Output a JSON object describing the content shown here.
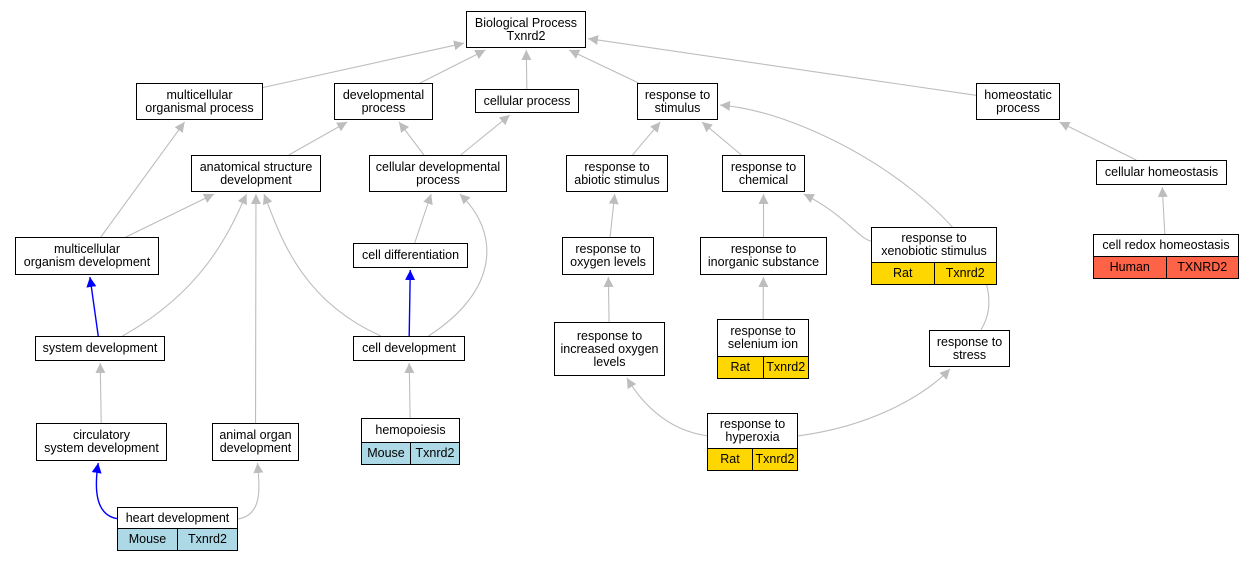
{
  "colors": {
    "edge_default": "#bdbdbd",
    "edge_highlight": "#0000ff",
    "node_border": "#000000",
    "node_fill": "#ffffff",
    "species_mouse": "#add8e6",
    "species_rat": "#ffd700",
    "species_human": "#ff6347"
  },
  "nodes": {
    "root": {
      "label": "Biological Process\nTxnrd2"
    },
    "multicellular_organismal_process": {
      "label": "multicellular\norganismal process"
    },
    "developmental_process": {
      "label": "developmental\nprocess"
    },
    "cellular_process": {
      "label": "cellular process"
    },
    "response_to_stimulus": {
      "label": "response to\nstimulus"
    },
    "homeostatic_process": {
      "label": "homeostatic\nprocess"
    },
    "anatomical_structure_development": {
      "label": "anatomical structure\ndevelopment"
    },
    "cellular_developmental_process": {
      "label": "cellular developmental\nprocess"
    },
    "response_to_abiotic_stimulus": {
      "label": "response to\nabiotic stimulus"
    },
    "response_to_chemical": {
      "label": "response to\nchemical"
    },
    "cellular_homeostasis": {
      "label": "cellular homeostasis"
    },
    "multicellular_organism_development": {
      "label": "multicellular\norganism development"
    },
    "cell_differentiation": {
      "label": "cell differentiation"
    },
    "response_to_oxygen_levels": {
      "label": "response to\noxygen levels"
    },
    "response_to_inorganic_substance": {
      "label": "response to\ninorganic substance"
    },
    "response_to_xenobiotic_stimulus": {
      "label": "response to\nxenobiotic stimulus",
      "species": "Rat",
      "gene": "Txnrd2"
    },
    "cell_redox_homeostasis": {
      "label": "cell redox homeostasis",
      "species": "Human",
      "gene": "TXNRD2"
    },
    "system_development": {
      "label": "system development"
    },
    "cell_development": {
      "label": "cell development"
    },
    "response_to_increased_oxygen_levels": {
      "label": "response to\nincreased oxygen\nlevels"
    },
    "response_to_selenium_ion": {
      "label": "response to\nselenium ion",
      "species": "Rat",
      "gene": "Txnrd2"
    },
    "response_to_stress": {
      "label": "response to\nstress"
    },
    "circulatory_system_development": {
      "label": "circulatory\nsystem development"
    },
    "animal_organ_development": {
      "label": "animal organ\ndevelopment"
    },
    "hemopoiesis": {
      "label": "hemopoiesis",
      "species": "Mouse",
      "gene": "Txnrd2"
    },
    "response_to_hyperoxia": {
      "label": "response to\nhyperoxia",
      "species": "Rat",
      "gene": "Txnrd2"
    },
    "heart_development": {
      "label": "heart development",
      "species": "Mouse",
      "gene": "Txnrd2"
    }
  },
  "edges": [
    {
      "from": "multicellular_organismal_process",
      "to": "root",
      "highlight": false
    },
    {
      "from": "developmental_process",
      "to": "root",
      "highlight": false
    },
    {
      "from": "cellular_process",
      "to": "root",
      "highlight": false
    },
    {
      "from": "response_to_stimulus",
      "to": "root",
      "highlight": false
    },
    {
      "from": "homeostatic_process",
      "to": "root",
      "highlight": false
    },
    {
      "from": "anatomical_structure_development",
      "to": "developmental_process",
      "highlight": false
    },
    {
      "from": "cellular_developmental_process",
      "to": "developmental_process",
      "highlight": false
    },
    {
      "from": "cellular_developmental_process",
      "to": "cellular_process",
      "highlight": false
    },
    {
      "from": "response_to_abiotic_stimulus",
      "to": "response_to_stimulus",
      "highlight": false
    },
    {
      "from": "response_to_chemical",
      "to": "response_to_stimulus",
      "highlight": false
    },
    {
      "from": "cellular_homeostasis",
      "to": "homeostatic_process",
      "highlight": false
    },
    {
      "from": "multicellular_organism_development",
      "to": "multicellular_organismal_process",
      "highlight": false
    },
    {
      "from": "multicellular_organism_development",
      "to": "anatomical_structure_development",
      "highlight": false
    },
    {
      "from": "cell_differentiation",
      "to": "cellular_developmental_process",
      "highlight": false
    },
    {
      "from": "response_to_oxygen_levels",
      "to": "response_to_abiotic_stimulus",
      "highlight": false
    },
    {
      "from": "response_to_inorganic_substance",
      "to": "response_to_chemical",
      "highlight": false
    },
    {
      "from": "response_to_xenobiotic_stimulus",
      "to": "response_to_chemical",
      "highlight": false
    },
    {
      "from": "cell_redox_homeostasis",
      "to": "cellular_homeostasis",
      "highlight": false
    },
    {
      "from": "system_development",
      "to": "multicellular_organism_development",
      "highlight": true
    },
    {
      "from": "system_development",
      "to": "anatomical_structure_development",
      "highlight": false
    },
    {
      "from": "cell_development",
      "to": "cell_differentiation",
      "highlight": true
    },
    {
      "from": "cell_development",
      "to": "anatomical_structure_development",
      "highlight": false
    },
    {
      "from": "cell_development",
      "to": "cellular_developmental_process",
      "highlight": false
    },
    {
      "from": "response_to_increased_oxygen_levels",
      "to": "response_to_oxygen_levels",
      "highlight": false
    },
    {
      "from": "response_to_selenium_ion",
      "to": "response_to_inorganic_substance",
      "highlight": false
    },
    {
      "from": "response_to_stress",
      "to": "response_to_stimulus",
      "highlight": false
    },
    {
      "from": "circulatory_system_development",
      "to": "system_development",
      "highlight": false
    },
    {
      "from": "animal_organ_development",
      "to": "anatomical_structure_development",
      "highlight": false
    },
    {
      "from": "hemopoiesis",
      "to": "cell_development",
      "highlight": false
    },
    {
      "from": "response_to_hyperoxia",
      "to": "response_to_increased_oxygen_levels",
      "highlight": false
    },
    {
      "from": "response_to_hyperoxia",
      "to": "response_to_stress",
      "highlight": false
    },
    {
      "from": "heart_development",
      "to": "circulatory_system_development",
      "highlight": true
    },
    {
      "from": "heart_development",
      "to": "animal_organ_development",
      "highlight": false
    }
  ]
}
